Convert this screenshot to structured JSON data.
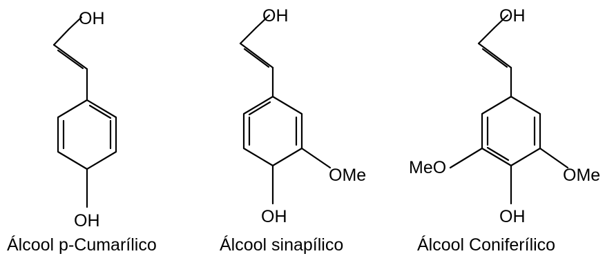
{
  "molecules": [
    {
      "name": "Álcool p-Cumarílico",
      "labels": {
        "top": "OH",
        "bottom": "OH"
      }
    },
    {
      "name": "Álcool sinapílico",
      "labels": {
        "top": "OH",
        "bottom": "OH",
        "right": "OMe"
      }
    },
    {
      "name": "Álcool Coniferílico",
      "labels": {
        "top": "OH",
        "bottom": "OH",
        "left": "MeO",
        "right": "OMe"
      }
    }
  ]
}
